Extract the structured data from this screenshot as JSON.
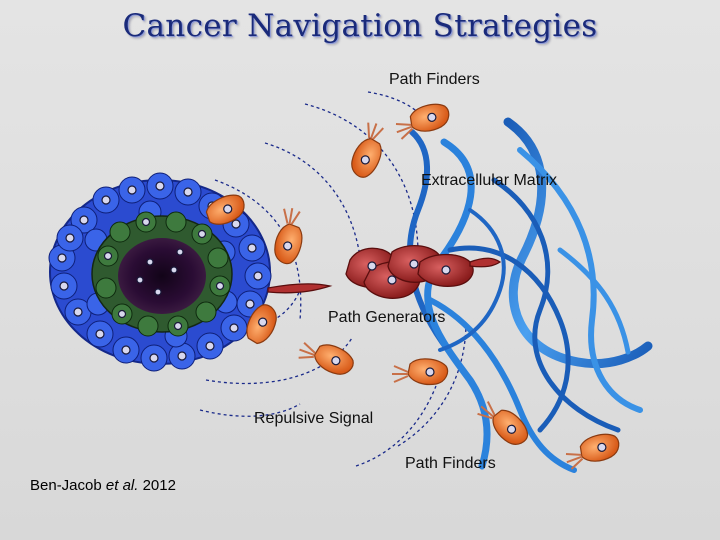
{
  "title": "Cancer Navigation Strategies",
  "labels": {
    "path_finders_top": "Path Finders",
    "extracellular_matrix": "Extracellular Matrix",
    "path_generators": "Path Generators",
    "repulsive_signal": "Repulsive Signal",
    "path_finders_bottom": "Path Finders"
  },
  "citation": {
    "authors": "Ben-Jacob ",
    "etal": "et al.",
    "year": " 2012"
  },
  "colors": {
    "title": "#1a2a7a",
    "tumor_outer": "#2244cc",
    "tumor_middle": "#2f5a2f",
    "tumor_core": "#1e0a2a",
    "path_finder_cell": "#e8722a",
    "path_generator_cell": "#b03030",
    "matrix_fiber": "#2a7ad0",
    "signal_arc": "#1a2a8a"
  }
}
